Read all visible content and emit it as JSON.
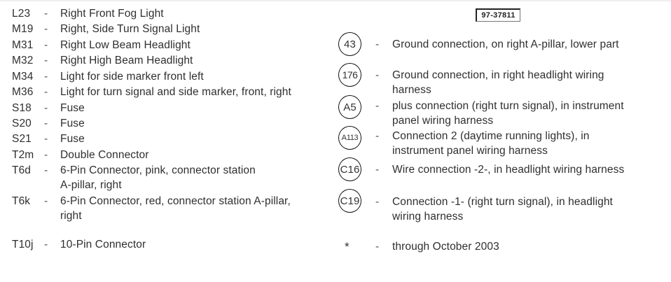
{
  "reference_number": "97-37811",
  "legend_left": [
    {
      "code": "L23",
      "desc": [
        "Right Front Fog Light"
      ]
    },
    {
      "code": "M19",
      "desc": [
        "Right, Side Turn Signal Light"
      ]
    },
    {
      "code": "M31",
      "desc": [
        "Right Low Beam Headlight"
      ]
    },
    {
      "code": "M32",
      "desc": [
        "Right High Beam Headlight"
      ]
    },
    {
      "code": "M34",
      "desc": [
        "Light for side marker front left"
      ]
    },
    {
      "code": "M36",
      "desc": [
        "Light for turn signal and side marker, front, right"
      ]
    },
    {
      "code": "S18",
      "desc": [
        "Fuse"
      ]
    },
    {
      "code": "S20",
      "desc": [
        "Fuse"
      ]
    },
    {
      "code": "S21",
      "desc": [
        "Fuse"
      ]
    },
    {
      "code": "T2m",
      "desc": [
        "Double Connector"
      ]
    },
    {
      "code": "T6d",
      "desc": [
        "6-Pin Connector, pink, connector station",
        "A-pillar, right"
      ]
    },
    {
      "code": "T6k",
      "desc": [
        "6-Pin Connector, red, connector station A-pillar,",
        "right"
      ]
    },
    {
      "code": "T10j",
      "desc": [
        "10-Pin Connector"
      ]
    }
  ],
  "legend_right": [
    {
      "code": "43",
      "desc": [
        "Ground connection, on right A-pillar, lower part"
      ]
    },
    {
      "code": "176",
      "desc": [
        "Ground connection, in right headlight wiring",
        "harness"
      ]
    },
    {
      "code": "A5",
      "desc": [
        "plus connection (right turn signal), in instrument",
        "panel wiring harness"
      ]
    },
    {
      "code": "A113",
      "desc": [
        "Connection 2 (daytime running lights), in",
        "instrument panel wiring harness"
      ]
    },
    {
      "code": "C16",
      "desc": [
        "Wire connection -2-, in headlight wiring harness"
      ]
    },
    {
      "code": "C19",
      "desc": [
        "Connection -1- (right turn signal), in headlight",
        "wiring harness"
      ]
    }
  ],
  "footnote": {
    "symbol": "*",
    "desc": "through October 2003"
  },
  "separator": "-"
}
